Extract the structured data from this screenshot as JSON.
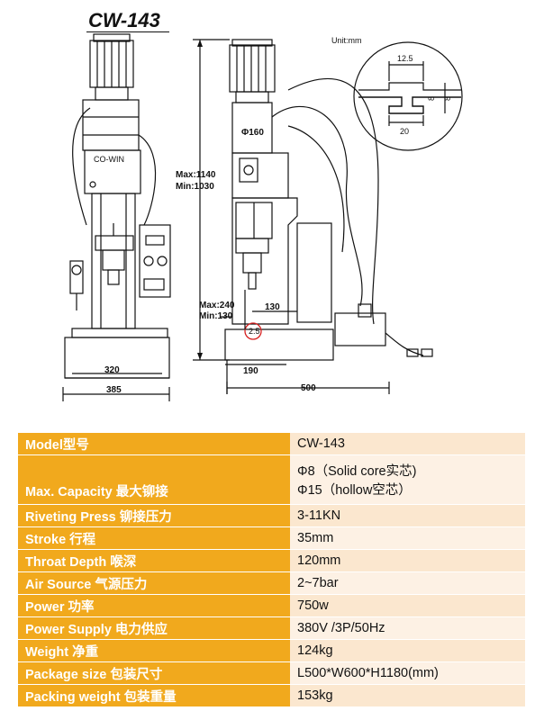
{
  "title": "CW-143",
  "drawing": {
    "unit": "Unit:mm",
    "brand": "CO-WIN",
    "dim_tslot_top": "12.5",
    "dim_tslot_depth": "8",
    "dim_tslot_right": "8",
    "dim_tslot_bottom": "20",
    "dim_max_height": "Max:1140",
    "dim_min_height": "Min:1030",
    "dim_spindle": "Φ160",
    "dim_max_stroke": "Max:240",
    "dim_min_stroke": "Min:130",
    "dim_throat": "130",
    "dim_small": "2.5",
    "dim_base_190": "190",
    "dim_width_500": "500",
    "dim_width_320": "320",
    "dim_width_385": "385"
  },
  "specs": [
    {
      "key": "Model型号",
      "value": [
        "CW-143"
      ]
    },
    {
      "key": "Max. Capacity 最大铆接",
      "value": [
        "Φ8（Solid core实芯)",
        "Φ15（hollow空芯）"
      ]
    },
    {
      "key": "Riveting Press 铆接压力",
      "value": [
        "3-11KN"
      ]
    },
    {
      "key": "Stroke 行程",
      "value": [
        "35mm"
      ]
    },
    {
      "key": "Throat Depth 喉深",
      "value": [
        "120mm"
      ]
    },
    {
      "key": "Air Source 气源压力",
      "value": [
        "2~7bar"
      ]
    },
    {
      "key": "Power 功率",
      "value": [
        "750w"
      ]
    },
    {
      "key": "Power Supply 电力供应",
      "value": [
        "380V /3P/50Hz"
      ]
    },
    {
      "key": "Weight 净重",
      "value": [
        "124kg"
      ]
    },
    {
      "key": "Package size 包装尺寸",
      "value": [
        "L500*W600*H1180(mm)"
      ]
    },
    {
      "key": "Packing weight 包装重量",
      "value": [
        "153kg"
      ]
    }
  ]
}
